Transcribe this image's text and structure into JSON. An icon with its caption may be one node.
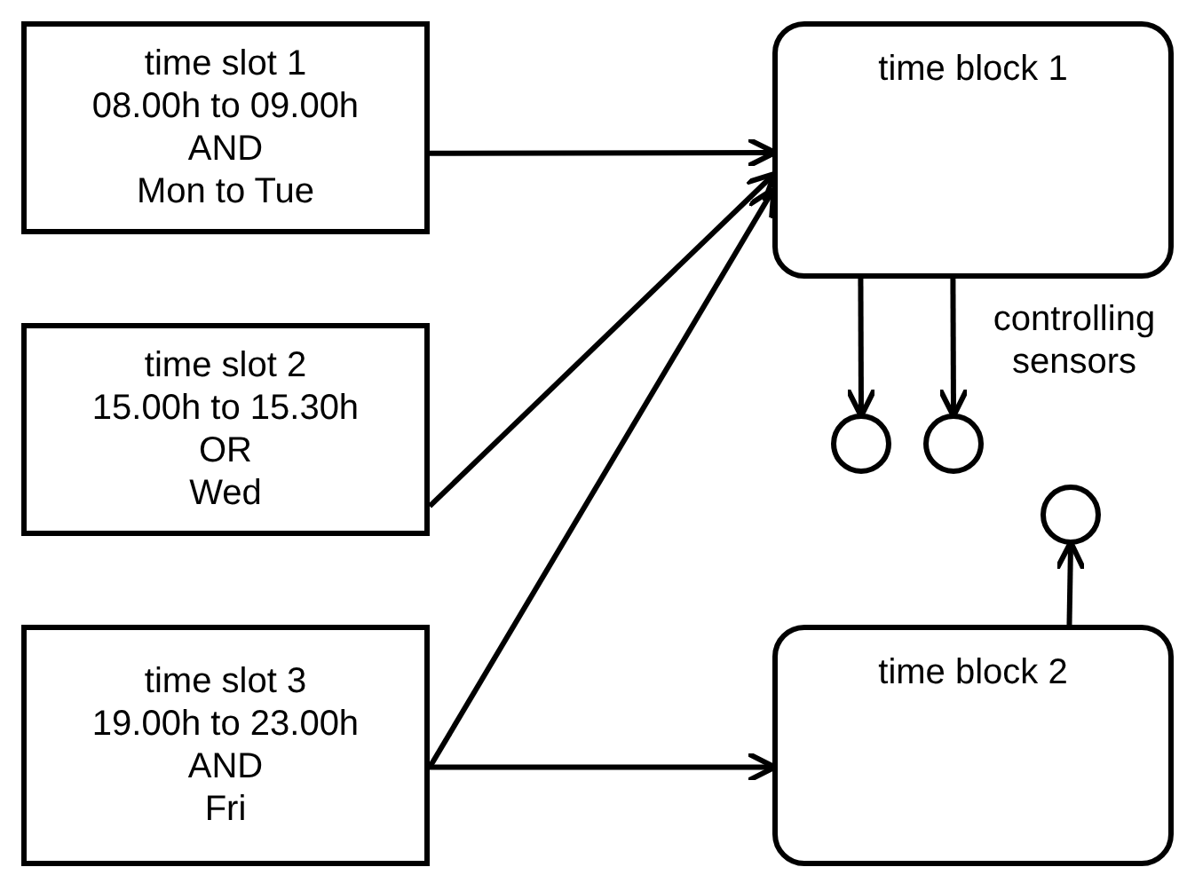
{
  "diagram": {
    "nodes": [
      {
        "text": [
          "time slot 1",
          "08.00h to 09.00h",
          "AND",
          "Mon to Tue"
        ]
      },
      {
        "text": [
          "time slot 2",
          "15.00h to 15.30h",
          "OR",
          "Wed"
        ]
      },
      {
        "text": [
          "time slot 3",
          "19.00h to 23.00h",
          "AND",
          "Fri"
        ]
      },
      {
        "text": [
          "time block 1"
        ]
      },
      {
        "text": [
          "time block 2"
        ]
      },
      {
        "text": [],
        "shape": "circle"
      },
      {
        "text": [],
        "shape": "circle"
      },
      {
        "text": [],
        "shape": "circle"
      }
    ],
    "edges": [
      {
        "from": 0,
        "to": 3,
        "arrow": "to"
      },
      {
        "from": 1,
        "to": 3,
        "arrow": "to"
      },
      {
        "from": 2,
        "to": 3,
        "arrow": "to"
      },
      {
        "from": 2,
        "to": 4,
        "arrow": "to"
      },
      {
        "from": 3,
        "to": 5,
        "arrow": "to"
      },
      {
        "from": 3,
        "to": 6,
        "arrow": "to"
      },
      {
        "from": 4,
        "to": 7,
        "arrow": "to"
      }
    ],
    "labels": [
      "controlling sensors"
    ]
  }
}
